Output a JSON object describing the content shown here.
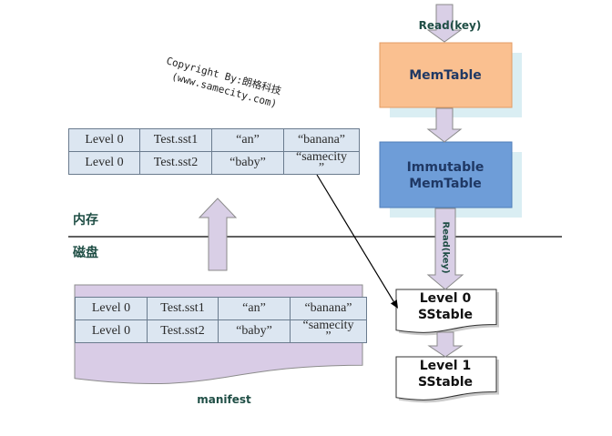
{
  "read_path": {
    "entry_label": "Read(key)",
    "disk_read_label": "Read(key)"
  },
  "memory": {
    "region_label": "内存",
    "memtable_label": "MemTable",
    "immutable_label": [
      "Immutable",
      "MemTable"
    ]
  },
  "disk": {
    "region_label": "磁盘",
    "level0_label": [
      "Level 0",
      "SStable"
    ],
    "level1_label": [
      "Level 1",
      "SStable"
    ]
  },
  "watermark": {
    "line1": "Copyright By:朗格科技",
    "line2": "(www.samecity.com)"
  },
  "file_table": {
    "rows": [
      [
        "Level 0",
        "Test.sst1",
        "“an”",
        "“banana”"
      ],
      [
        "Level 0",
        "Test.sst2",
        "“baby”",
        "“samecity\n”"
      ]
    ]
  },
  "manifest": {
    "label": "manifest",
    "rows": [
      [
        "Level 0",
        "Test.sst1",
        "“an”",
        "“banana”"
      ],
      [
        "Level 0",
        "Test.sst2",
        "“baby”",
        "“samecity\n”"
      ]
    ]
  },
  "colors": {
    "memtable_fill": "#FAC090",
    "immutable_fill": "#6E9DD8",
    "box_shadow": "#DAEEF3",
    "arrow_fill": "#D9CFE6",
    "manifest_fill": "#D9CCE6",
    "table_fill": "#DCE6F1",
    "label_text": "#1F4E45"
  }
}
